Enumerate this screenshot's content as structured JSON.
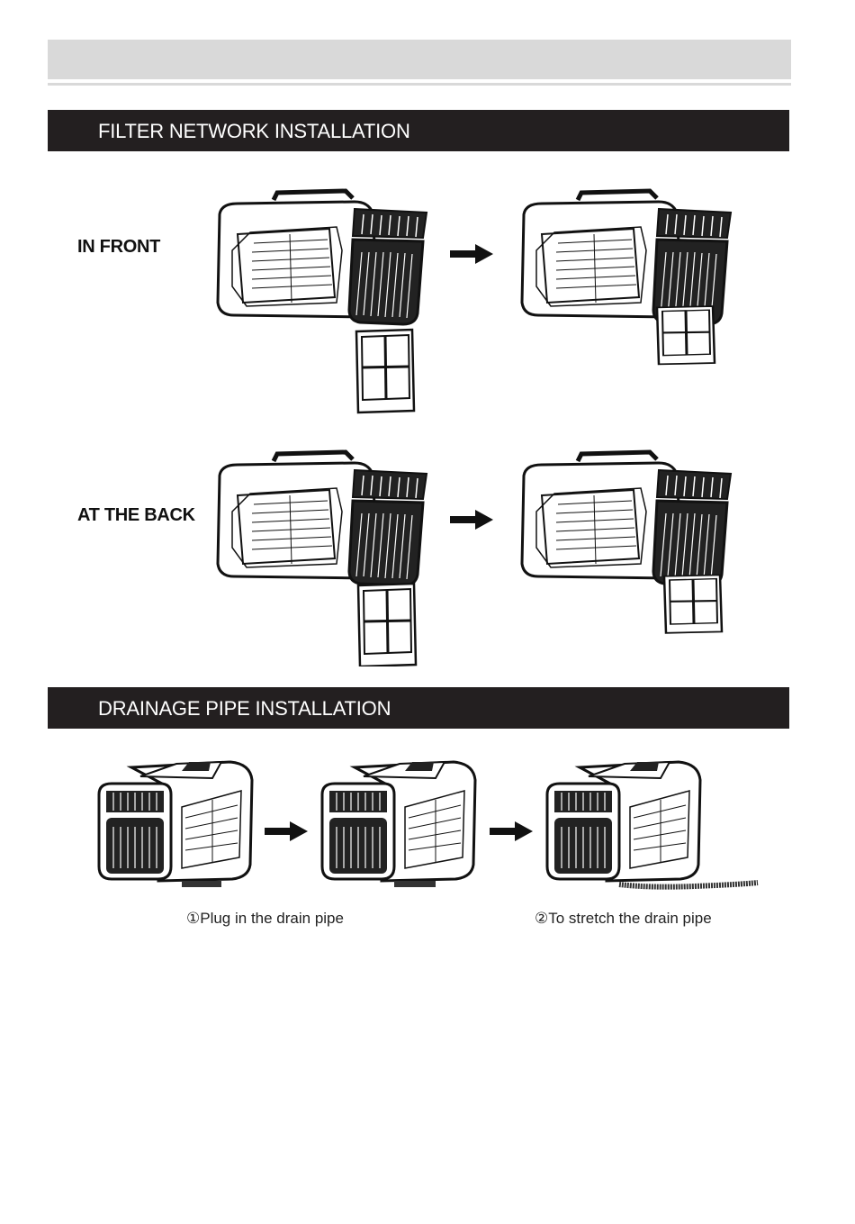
{
  "sections": {
    "filter": {
      "title": "FILTER NETWORK INSTALLATION"
    },
    "drainage": {
      "title": "DRAINAGE PIPE INSTALLATION"
    }
  },
  "filter_rows": {
    "front_label": "IN FRONT",
    "back_label": "AT THE BACK"
  },
  "drainage_steps": {
    "step1_caption": "①Plug in the drain pipe",
    "step2_caption": "②To stretch the drain pipe"
  },
  "colors": {
    "header_bg": "#231f20",
    "header_text": "#ffffff",
    "top_bar": "#d9d9d9"
  },
  "icons": [
    "air-conditioner-illustration",
    "filter-panel-illustration",
    "right-arrow-icon",
    "drain-pipe-illustration"
  ]
}
